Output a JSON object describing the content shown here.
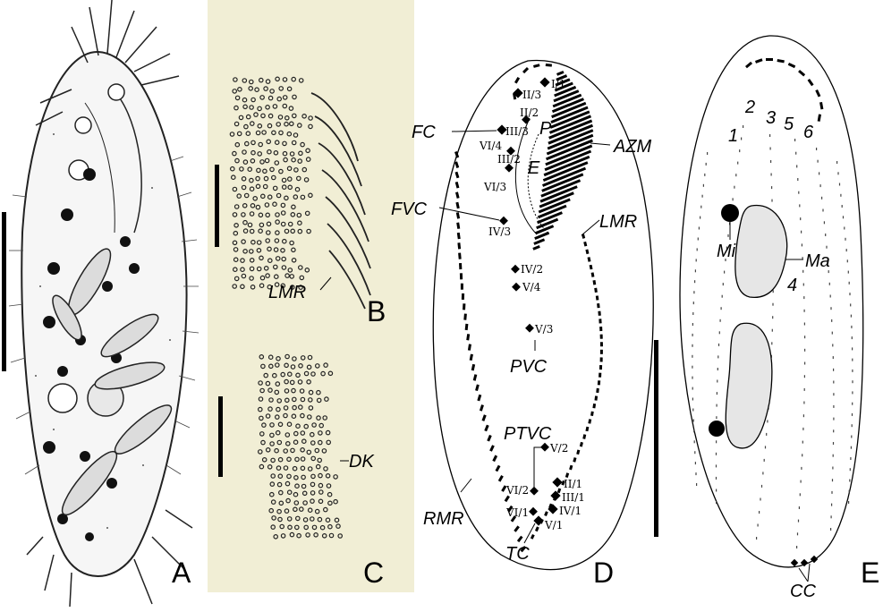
{
  "panels": {
    "A": {
      "letter": "A"
    },
    "B": {
      "letter": "B",
      "label": "LMR"
    },
    "C": {
      "letter": "C",
      "label": "DK"
    },
    "D": {
      "letter": "D",
      "labels": {
        "fc": "FC",
        "fvc": "FVC",
        "azm": "AZM",
        "lmr": "LMR",
        "p": "P",
        "e": "E",
        "pvc": "PVC",
        "ptvc": "PTVC",
        "rmr": "RMR",
        "tc": "TC"
      },
      "cirri": [
        "I/1",
        "II/3",
        "II/2",
        "III/3",
        "VI/4",
        "III/2",
        "VI/3",
        "IV/3",
        "IV/2",
        "V/4",
        "V/3",
        "V/2",
        "II/1",
        "III/1",
        "IV/1",
        "V/1",
        "VI/2",
        "VI/1"
      ]
    },
    "E": {
      "letter": "E",
      "labels": {
        "mi": "Mi",
        "ma": "Ma",
        "cc": "CC"
      },
      "kineties": [
        "1",
        "2",
        "3",
        "5",
        "6",
        "4"
      ]
    }
  }
}
